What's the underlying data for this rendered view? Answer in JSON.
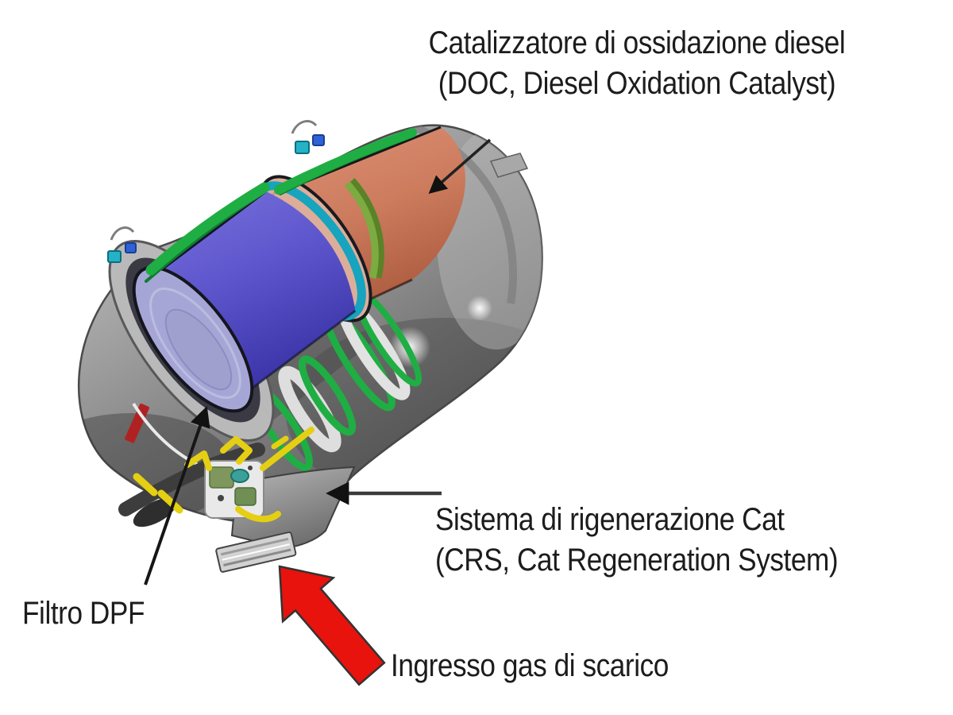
{
  "figure": {
    "type": "technical-diagram",
    "subject": "Cutaway view of diesel exhaust aftertreatment unit with DOC and DPF",
    "background": "#ffffff",
    "labels": {
      "doc": {
        "line1": "Catalizzatore di ossidazione diesel",
        "line2": "(DOC, Diesel Oxidation Catalyst)"
      },
      "crs": {
        "line1": "Sistema di rigenerazione Cat",
        "line2": "(CRS, Cat Regeneration System)"
      },
      "dpf": {
        "text": "Filtro DPF"
      },
      "inlet": {
        "text": "Ingresso gas di scarico"
      }
    },
    "colors": {
      "text_color": "#1c1c1c",
      "accent_red": "#e8130d",
      "housing_light": "#cfcfcf",
      "housing_mid": "#9a9a9a",
      "housing_dark": "#565656",
      "dpf_face": "#a6a6d6",
      "dpf_side": "#5d55cc",
      "doc_face": "#dcae9a",
      "doc_side": "#cd7c5e",
      "gasket_green": "#1fae43",
      "catalyst_ring_olive": "#76a33e",
      "seal_teal": "#16a4be",
      "harness_yellow": "#e5cf12",
      "stripe_red": "#b02222"
    },
    "icons": {
      "doc_pointer": "thin-black-arrow",
      "dpf_pointer": "thin-black-arrow",
      "crs_pointer": "thin-black-arrow",
      "exhaust_inlet": "red-block-arrow-up-left"
    }
  }
}
